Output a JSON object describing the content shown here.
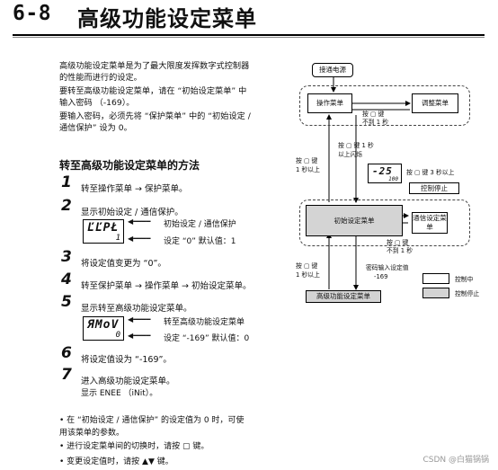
{
  "header": {
    "number": "6-8",
    "title": "高级功能设定菜单"
  },
  "intro": [
    "高级功能设定菜单是为了最大限度发挥数字式控制器",
    "的性能而进行的设定。",
    "要转至高级功能设定菜单，请在 “初始设定菜单” 中",
    "输入密码 （-169）。",
    "要输入密码，必须先将 “保护菜单” 中的 “初始设定 /",
    "通信保护” 设为 0。"
  ],
  "section_title": "转至高级功能设定菜单的方法",
  "steps": [
    {
      "num": "1",
      "text": "转至操作菜单 → 保护菜单。"
    },
    {
      "num": "2",
      "text": "显示初始设定 / 通信保护。"
    },
    {
      "num": "3",
      "text": "将设定值变更为 “0”。"
    },
    {
      "num": "4",
      "text": "转至保护菜单 → 操作菜单 → 初始设定菜单。"
    },
    {
      "num": "5",
      "text": "显示转至高级功能设定菜单。"
    },
    {
      "num": "6",
      "text": "将设定值设为 “-169”。"
    },
    {
      "num": "7",
      "text": "进入高级功能设定菜单。"
    }
  ],
  "step7_sub": "显示 ЕNEE （iNit）。",
  "lcd1": {
    "top": "ĽĽPŁ",
    "bottom": "1",
    "label1": "初始设定 / 通信保护",
    "label2": "设定 “0”  默认值：1"
  },
  "lcd2": {
    "top": "ЯMoV",
    "bottom": "0",
    "label1": "转至高级功能设定菜单",
    "label2": "设定 “-169”  默认值：0"
  },
  "notes": [
    "• 在 “初始设定 / 通信保护” 的设定值为 0 时，可使",
    "  用该菜单的参数。",
    "• 进行设定菜单间的切换时，请按 ▢ 键。",
    "• 变更设定值时，请按 ▲▼ 键。"
  ],
  "diagram": {
    "power_on": "接通电源",
    "operation_menu": "操作菜单",
    "adjust_menu": "调整菜单",
    "key_1s_a": "按 ▢ 键",
    "key_1s_a2": "不到 1 秒",
    "key_1s_b": "按 ▢ 键 1 秒",
    "key_1s_b2": "以上闪烁",
    "key_1s_left": "按 ▢ 键",
    "key_1s_left2": "1 秒以上",
    "lcd_display": "-25",
    "lcd_sub": "100",
    "key_3s": "按 ▢ 键 3 秒以上",
    "control_stop": "控制停止",
    "initial_menu": "初始设定菜单",
    "comm_menu": "通信设定菜单",
    "key_under": "按 ▢ 键",
    "key_under2": "不到 1 秒",
    "key_left2": "按 ▢ 键",
    "key_left2b": "1 秒以上",
    "password": "密码输入设定值",
    "password2": "-169",
    "advanced_menu": "高级功能设定菜单",
    "legend_run": "控制中",
    "legend_stop": "控制停止"
  },
  "watermark": "CSDN @白猫锅锅"
}
